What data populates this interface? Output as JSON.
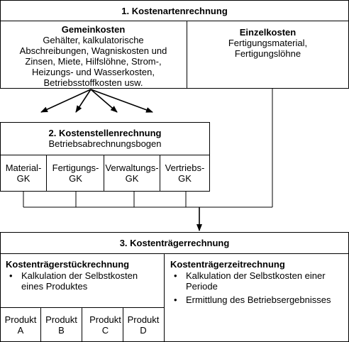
{
  "section1": {
    "title": "1. Kostenartenrechnung",
    "gemeinkosten": {
      "title": "Gemeinkosten",
      "lines": [
        "Gehälter, kalkulatorische",
        "Abschreibungen, Wagniskosten und",
        "Zinsen, Miete, Hilfslöhne, Strom-,",
        "Heizungs- und Wasserkosten,",
        "Betriebsstoffkosten usw."
      ]
    },
    "einzelkosten": {
      "title": "Einzelkosten",
      "lines": [
        "Fertigungsmaterial,",
        "Fertigungslöhne"
      ]
    }
  },
  "section2": {
    "title": "2. Kostenstellenrechnung",
    "subtitle": "Betriebsabrechnungsbogen",
    "cells": [
      [
        "Material-",
        "GK"
      ],
      [
        "Fertigungs-",
        "GK"
      ],
      [
        "Verwaltungs-",
        "GK"
      ],
      [
        "Vertriebs-",
        "GK"
      ]
    ]
  },
  "section3": {
    "title": "3. Kostenträgerrechnung",
    "stueck": {
      "title": "Kostenträgerstückrechnung",
      "bullet": "•",
      "items": [
        "Kalkulation der Selbstkosten eines Produktes"
      ]
    },
    "zeit": {
      "title": "Kostenträgerzeitrechnung",
      "bullet": "•",
      "items": [
        "Kalkulation der Selbstkosten einer Periode",
        "Ermittlung des Betriebsergebnisses"
      ]
    },
    "produkte": [
      [
        "Produkt",
        "A"
      ],
      [
        "Produkt",
        "B"
      ],
      [
        "Produkt",
        "C"
      ],
      [
        "Produkt",
        "D"
      ]
    ]
  }
}
